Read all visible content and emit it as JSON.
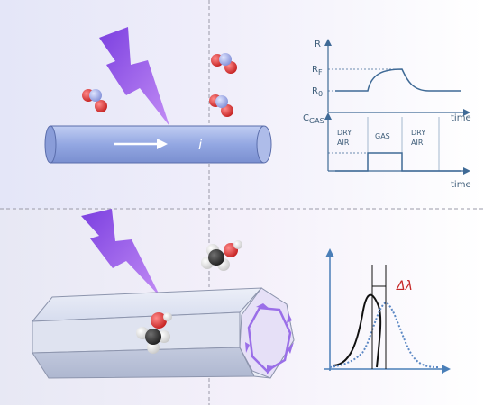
{
  "top_panel": {
    "current_symbol": "i"
  },
  "resistance_plot": {
    "y_axis_label": "R",
    "level_high": "R",
    "level_high_sub": "F",
    "level_low": "R",
    "level_low_sub": "0",
    "x_axis_label": "time"
  },
  "concentration_plot": {
    "y_axis_label": "C",
    "y_axis_sub": "GAS",
    "phase_1_line1": "DRY",
    "phase_1_line2": "AIR",
    "phase_2": "GAS",
    "phase_3_line1": "DRY",
    "phase_3_line2": "AIR",
    "x_axis_label": "time"
  },
  "spectrum_plot": {
    "shift_label": "Δλ"
  },
  "colors": {
    "bolt": "#9a50e8",
    "tube_fill": "#9fb1e6",
    "tube_stroke": "#5a6dab",
    "hexagon_fill": "#c9d0e6",
    "hexagon_ring": "#9a6ee8",
    "plot_line": "#3f6a96",
    "spectrum_solid": "#111111",
    "spectrum_dotted": "#5c88c4",
    "shift_label": "#c62828"
  }
}
